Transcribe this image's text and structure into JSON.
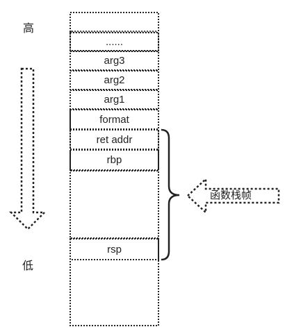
{
  "labels": {
    "high": "高",
    "low": "低",
    "frame": "函数栈帧"
  },
  "stack": {
    "cells": [
      "......",
      "arg3",
      "arg2",
      "arg1",
      "format",
      "ret addr",
      "rbp",
      "rsp"
    ]
  },
  "colors": {
    "line": "#222222",
    "text": "#222222",
    "background": "#ffffff"
  }
}
